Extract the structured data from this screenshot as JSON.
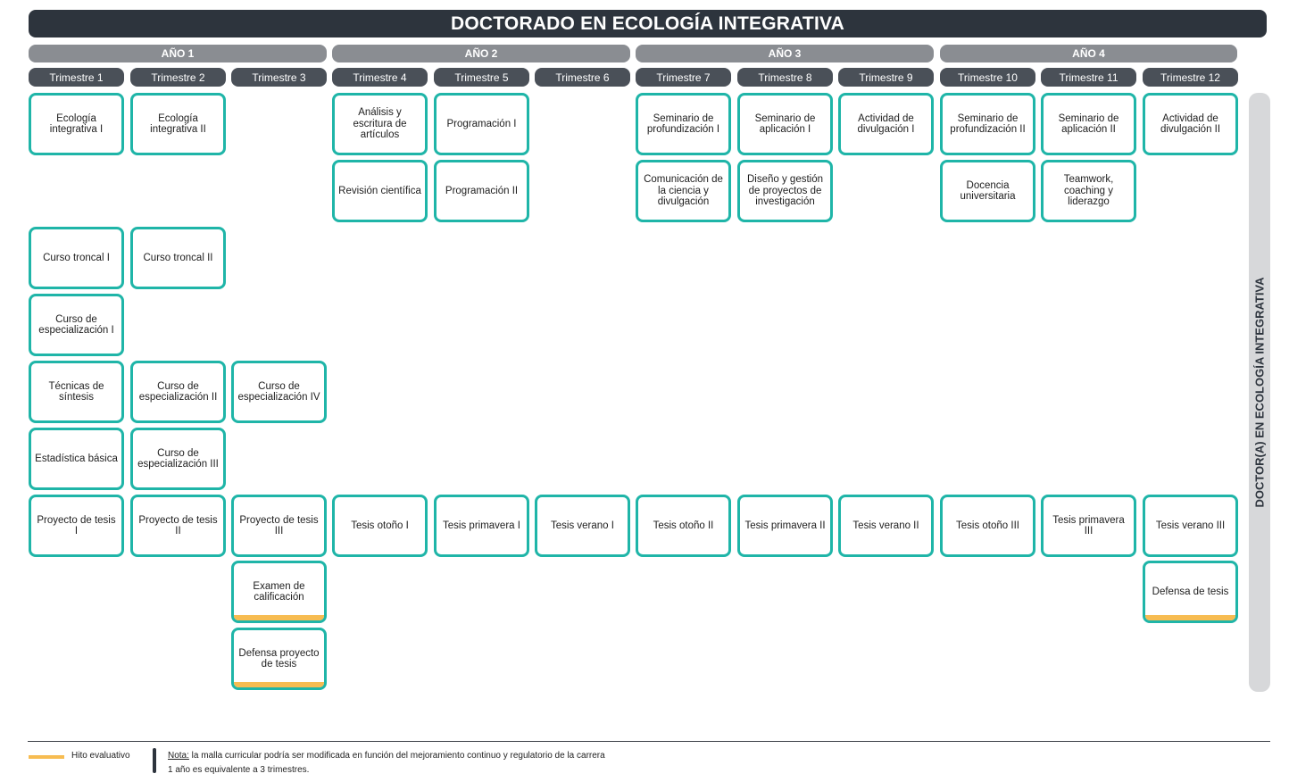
{
  "title": "DOCTORADO EN ECOLOGÍA INTEGRATIVA",
  "years": [
    "AÑO 1",
    "AÑO 2",
    "AÑO 3",
    "AÑO 4"
  ],
  "trimesters": [
    "Trimestre 1",
    "Trimestre 2",
    "Trimestre 3",
    "Trimestre 4",
    "Trimestre 5",
    "Trimestre 6",
    "Trimestre 7",
    "Trimestre 8",
    "Trimestre 9",
    "Trimestre 10",
    "Trimestre 11",
    "Trimestre 12"
  ],
  "courses": [
    {
      "label": "Ecología integrativa I",
      "col": 0,
      "row": 0
    },
    {
      "label": "Ecología integrativa II",
      "col": 1,
      "row": 0
    },
    {
      "label": "Análisis y escritura de artículos",
      "col": 3,
      "row": 0
    },
    {
      "label": "Programación I",
      "col": 4,
      "row": 0
    },
    {
      "label": "Seminario de profundización I",
      "col": 6,
      "row": 0
    },
    {
      "label": "Seminario de aplicación I",
      "col": 7,
      "row": 0
    },
    {
      "label": "Actividad de divulgación I",
      "col": 8,
      "row": 0
    },
    {
      "label": "Seminario de profundización II",
      "col": 9,
      "row": 0
    },
    {
      "label": "Seminario de aplicación II",
      "col": 10,
      "row": 0
    },
    {
      "label": "Actividad de divulgación II",
      "col": 11,
      "row": 0
    },
    {
      "label": "Revisión científica",
      "col": 3,
      "row": 1
    },
    {
      "label": "Programación II",
      "col": 4,
      "row": 1
    },
    {
      "label": "Comunicación de la ciencia y divulgación",
      "col": 6,
      "row": 1
    },
    {
      "label": "Diseño y gestión de proyectos de investigación",
      "col": 7,
      "row": 1
    },
    {
      "label": "Docencia universitaria",
      "col": 9,
      "row": 1
    },
    {
      "label": "Teamwork, coaching y liderazgo",
      "col": 10,
      "row": 1
    },
    {
      "label": "Curso troncal I",
      "col": 0,
      "row": 2
    },
    {
      "label": "Curso troncal II",
      "col": 1,
      "row": 2
    },
    {
      "label": "Curso de especialización I",
      "col": 0,
      "row": 3
    },
    {
      "label": "Técnicas de síntesis",
      "col": 0,
      "row": 4
    },
    {
      "label": "Curso de especialización II",
      "col": 1,
      "row": 4
    },
    {
      "label": "Curso de especialización IV",
      "col": 2,
      "row": 4
    },
    {
      "label": "Estadística básica",
      "col": 0,
      "row": 5
    },
    {
      "label": "Curso de especialización III",
      "col": 1,
      "row": 5
    },
    {
      "label": "Proyecto de tesis I",
      "col": 0,
      "row": 6
    },
    {
      "label": "Proyecto de tesis II",
      "col": 1,
      "row": 6
    },
    {
      "label": "Proyecto de tesis III",
      "col": 2,
      "row": 6
    },
    {
      "label": "Tesis otoño I",
      "col": 3,
      "row": 6
    },
    {
      "label": "Tesis primavera I",
      "col": 4,
      "row": 6
    },
    {
      "label": "Tesis verano I",
      "col": 5,
      "row": 6
    },
    {
      "label": "Tesis otoño II",
      "col": 6,
      "row": 6
    },
    {
      "label": "Tesis primavera II",
      "col": 7,
      "row": 6
    },
    {
      "label": "Tesis verano II",
      "col": 8,
      "row": 6
    },
    {
      "label": "Tesis otoño III",
      "col": 9,
      "row": 6
    },
    {
      "label": "Tesis primavera III",
      "col": 10,
      "row": 6
    },
    {
      "label": "Tesis verano III",
      "col": 11,
      "row": 6
    },
    {
      "label": "Examen de calificación",
      "col": 2,
      "row": 7,
      "milestone": true
    },
    {
      "label": "Defensa de tesis",
      "col": 11,
      "row": 7,
      "milestone": true
    },
    {
      "label": "Defensa proyecto de tesis",
      "col": 2,
      "row": 8,
      "milestone": true
    }
  ],
  "side_label": "DOCTOR(A) EN ECOLOGÍA INTEGRATIVA",
  "legend": {
    "label": "Hito evaluativo",
    "color": "#f7bc51"
  },
  "note": {
    "label": "Nota:",
    "line1": " la malla curricular podría ser modificada en función del mejoramiento continuo y regulatorio de la carrera",
    "line2": "1 año es equivalente a 3 trimestres."
  },
  "colors": {
    "course_border": "#1fb5a8",
    "title_bg": "#2d343d",
    "year_bg": "#8a8d92",
    "trimester_bg": "#4a5058",
    "milestone": "#f7bc51"
  }
}
